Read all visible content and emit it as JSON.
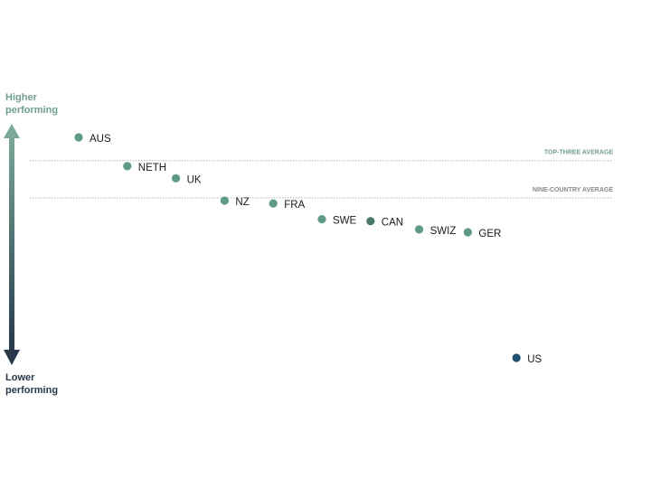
{
  "chart_data": {
    "type": "scatter",
    "title": "",
    "xlabel": "",
    "ylabel": "",
    "axis": {
      "top_label": "Higher performing",
      "bottom_label": "Lower performing"
    },
    "reference_lines": [
      {
        "label": "TOP-THREE AVERAGE",
        "value": 2.12,
        "color": "#6f9f8f"
      },
      {
        "label": "NINE-COUNTRY AVERAGE",
        "value": 1.72,
        "color": "#8a8a8a"
      }
    ],
    "points": [
      {
        "label": "AUS",
        "value": 2.37,
        "color": "#5f9a85"
      },
      {
        "label": "NETH",
        "value": 2.06,
        "color": "#5f9a85"
      },
      {
        "label": "UK",
        "value": 1.93,
        "color": "#5f9a85"
      },
      {
        "label": "NZ",
        "value": 1.69,
        "color": "#5f9a85"
      },
      {
        "label": "FRA",
        "value": 1.66,
        "color": "#5f9a85"
      },
      {
        "label": "SWE",
        "value": 1.49,
        "color": "#5f9a85"
      },
      {
        "label": "CAN",
        "value": 1.47,
        "color": "#4b7a68"
      },
      {
        "label": "SWIZ",
        "value": 1.38,
        "color": "#5f9a85"
      },
      {
        "label": "GER",
        "value": 1.35,
        "color": "#5f9a85"
      },
      {
        "label": "US",
        "value": 0.0,
        "color": "#1f4e6e"
      }
    ],
    "colors": {
      "arrow_top": "#7aa899",
      "arrow_bottom": "#26384a",
      "top_label": "#6f9f8f",
      "bottom_label": "#26384a"
    },
    "grid": false,
    "legend": "none"
  }
}
